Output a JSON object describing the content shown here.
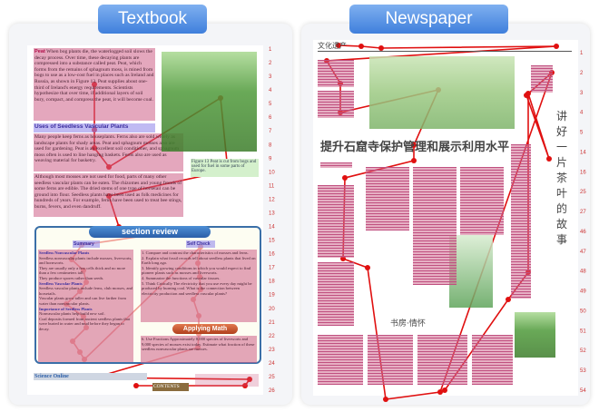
{
  "panels": {
    "left_title": "Textbook",
    "right_title": "Newspaper"
  },
  "textbook": {
    "peat_heading": "Peat",
    "peat_text": "When bog plants die, the waterlogged soil slows the decay process. Over time, these decaying plants are compressed into a substance called peat. Peat, which forms from the remains of sphagnum moss, is mined from bogs to use as a low-cost fuel in places such as Ireland and Russia, as shown in Figure 13. Peat supplies about one-third of Ireland's energy requirements. Scientists hypothesize that over time, if additional layers of soil bury, compact, and compress the peat, it will become coal.",
    "uses_heading": "Uses of Seedless Vascular Plants",
    "uses_text": "Many people keep ferns as houseplants. Ferns also are sold widely as landscape plants for shady areas. Peat and sphagnum mosses also are used for gardening. Peat is an excellent soil conditioner, and sphagnum moss often is used to line hanging baskets. Ferns also are used as weaving material for basketry.",
    "food_text": "Although most mosses are not used for food, parts of many other seedless vascular plants can be eaten. The rhizomes and young fronds of some ferns are edible. The dried stems of one type of horsetail can be ground into flour. Seedless plants have been used as folk medicines for hundreds of years. For example, ferns have been used to treat bee stings, burns, fevers, and even dandruff.",
    "figure_caption": "Figure 13 Peat is cut from bogs and used for fuel in some parts of Europe.",
    "review_banner": "section review",
    "summary_label": "Summary",
    "self_check_label": "Self Check",
    "summary_items": [
      "Seedless Nonvascular Plants",
      "Seedless nonvascular plants include mosses, liverworts, and hornworts.",
      "They are usually only a few cells thick and no more than a few centimeters tall.",
      "They produce spores rather than seeds.",
      "Seedless Vascular Plants",
      "Seedless vascular plants include ferns, club mosses, and horsetails.",
      "Vascular plants grow taller and can live farther from water than nonvascular plants.",
      "Importance of Seedless Plants",
      "Nonvascular plants help build new soil.",
      "Coal deposits formed from ancient seedless plants that were buried in water and mud before they began to decay."
    ],
    "check_items": [
      "1. Compare and contrast the characteristics of mosses and ferns.",
      "2. Explain what fossil records tell about seedless plants that lived on Earth long ago.",
      "3. Identify growing conditions in which you would expect to find pioneer plants such as mosses and liverworts.",
      "4. Summarize the functions of vascular tissues.",
      "5. Think Critically The electricity that you use every day might be produced by burning coal. What is the connection between electricity production and seedless vascular plants?"
    ],
    "applying_math": "Applying Math",
    "math_item": "6. Use Fractions Approximately 8,000 species of liverworts and 9,000 species of mosses exist today. Estimate what fraction of these seedless nonvascular plants are mosses.",
    "footer_left": "Science Online",
    "footer_tag": "CONTENTS",
    "order_numbers": [
      "1",
      "2",
      "3",
      "4",
      "5",
      "6",
      "7",
      "8",
      "9",
      "10",
      "11",
      "12",
      "13",
      "14",
      "15",
      "16",
      "17",
      "18",
      "19",
      "20",
      "21",
      "22",
      "23",
      "24",
      "25",
      "26"
    ]
  },
  "newspaper": {
    "section_label": "文化遗产",
    "headline": "提升石窟寺保护管理和展示利用水平",
    "side_title": "讲好一片茶叶的故事",
    "subhead": "书房·情怀",
    "order_numbers": [
      "1",
      "2",
      "3",
      "4",
      "5",
      "14",
      "16",
      "25",
      "27",
      "46",
      "47",
      "48",
      "49",
      "50",
      "51",
      "52",
      "53",
      "54"
    ]
  },
  "colors": {
    "block": "#cd5f87",
    "heading": "#968ceb",
    "arrow": "#e01010",
    "image": "#4f9a3a",
    "pill": "#4f8fe4"
  }
}
